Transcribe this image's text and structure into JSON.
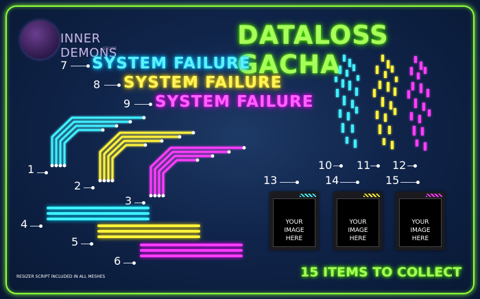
{
  "logo": {
    "name": "INNER DEMONS",
    "tagline": "STORE"
  },
  "title": "DATALOSS GACHA",
  "system_failures": [
    {
      "number": "7",
      "text": "SYSTEM FAILURE",
      "color": "#00d8ff"
    },
    {
      "number": "8",
      "text": "SYSTEM FAILURE",
      "color": "#ffe000"
    },
    {
      "number": "9",
      "text": "SYSTEM FAILURE",
      "color": "#ff00ff"
    }
  ],
  "circuit_numbers": [
    "1",
    "2",
    "3"
  ],
  "bar_numbers": [
    "4",
    "5",
    "6"
  ],
  "glitch_numbers": [
    "10",
    "11",
    "12"
  ],
  "cards": [
    {
      "number": "13",
      "text": "YOUR\nIMAGE\nHERE",
      "stripe_color": "#00d8ff"
    },
    {
      "number": "14",
      "text": "YOUR\nIMAGE\nHERE",
      "stripe_color": "#ffe000"
    },
    {
      "number": "15",
      "text": "YOUR\nIMAGE\nHERE",
      "stripe_color": "#ff00ff"
    }
  ],
  "footer_note": "RESIZER SCRIPT INCLUDED IN ALL MESHES",
  "items_count_text": "15 ITEMS TO COLLECT",
  "colors": {
    "accent_green": "#8dff38",
    "cyan": "#00d8ff",
    "yellow": "#ffe000",
    "magenta": "#ff00ff"
  }
}
